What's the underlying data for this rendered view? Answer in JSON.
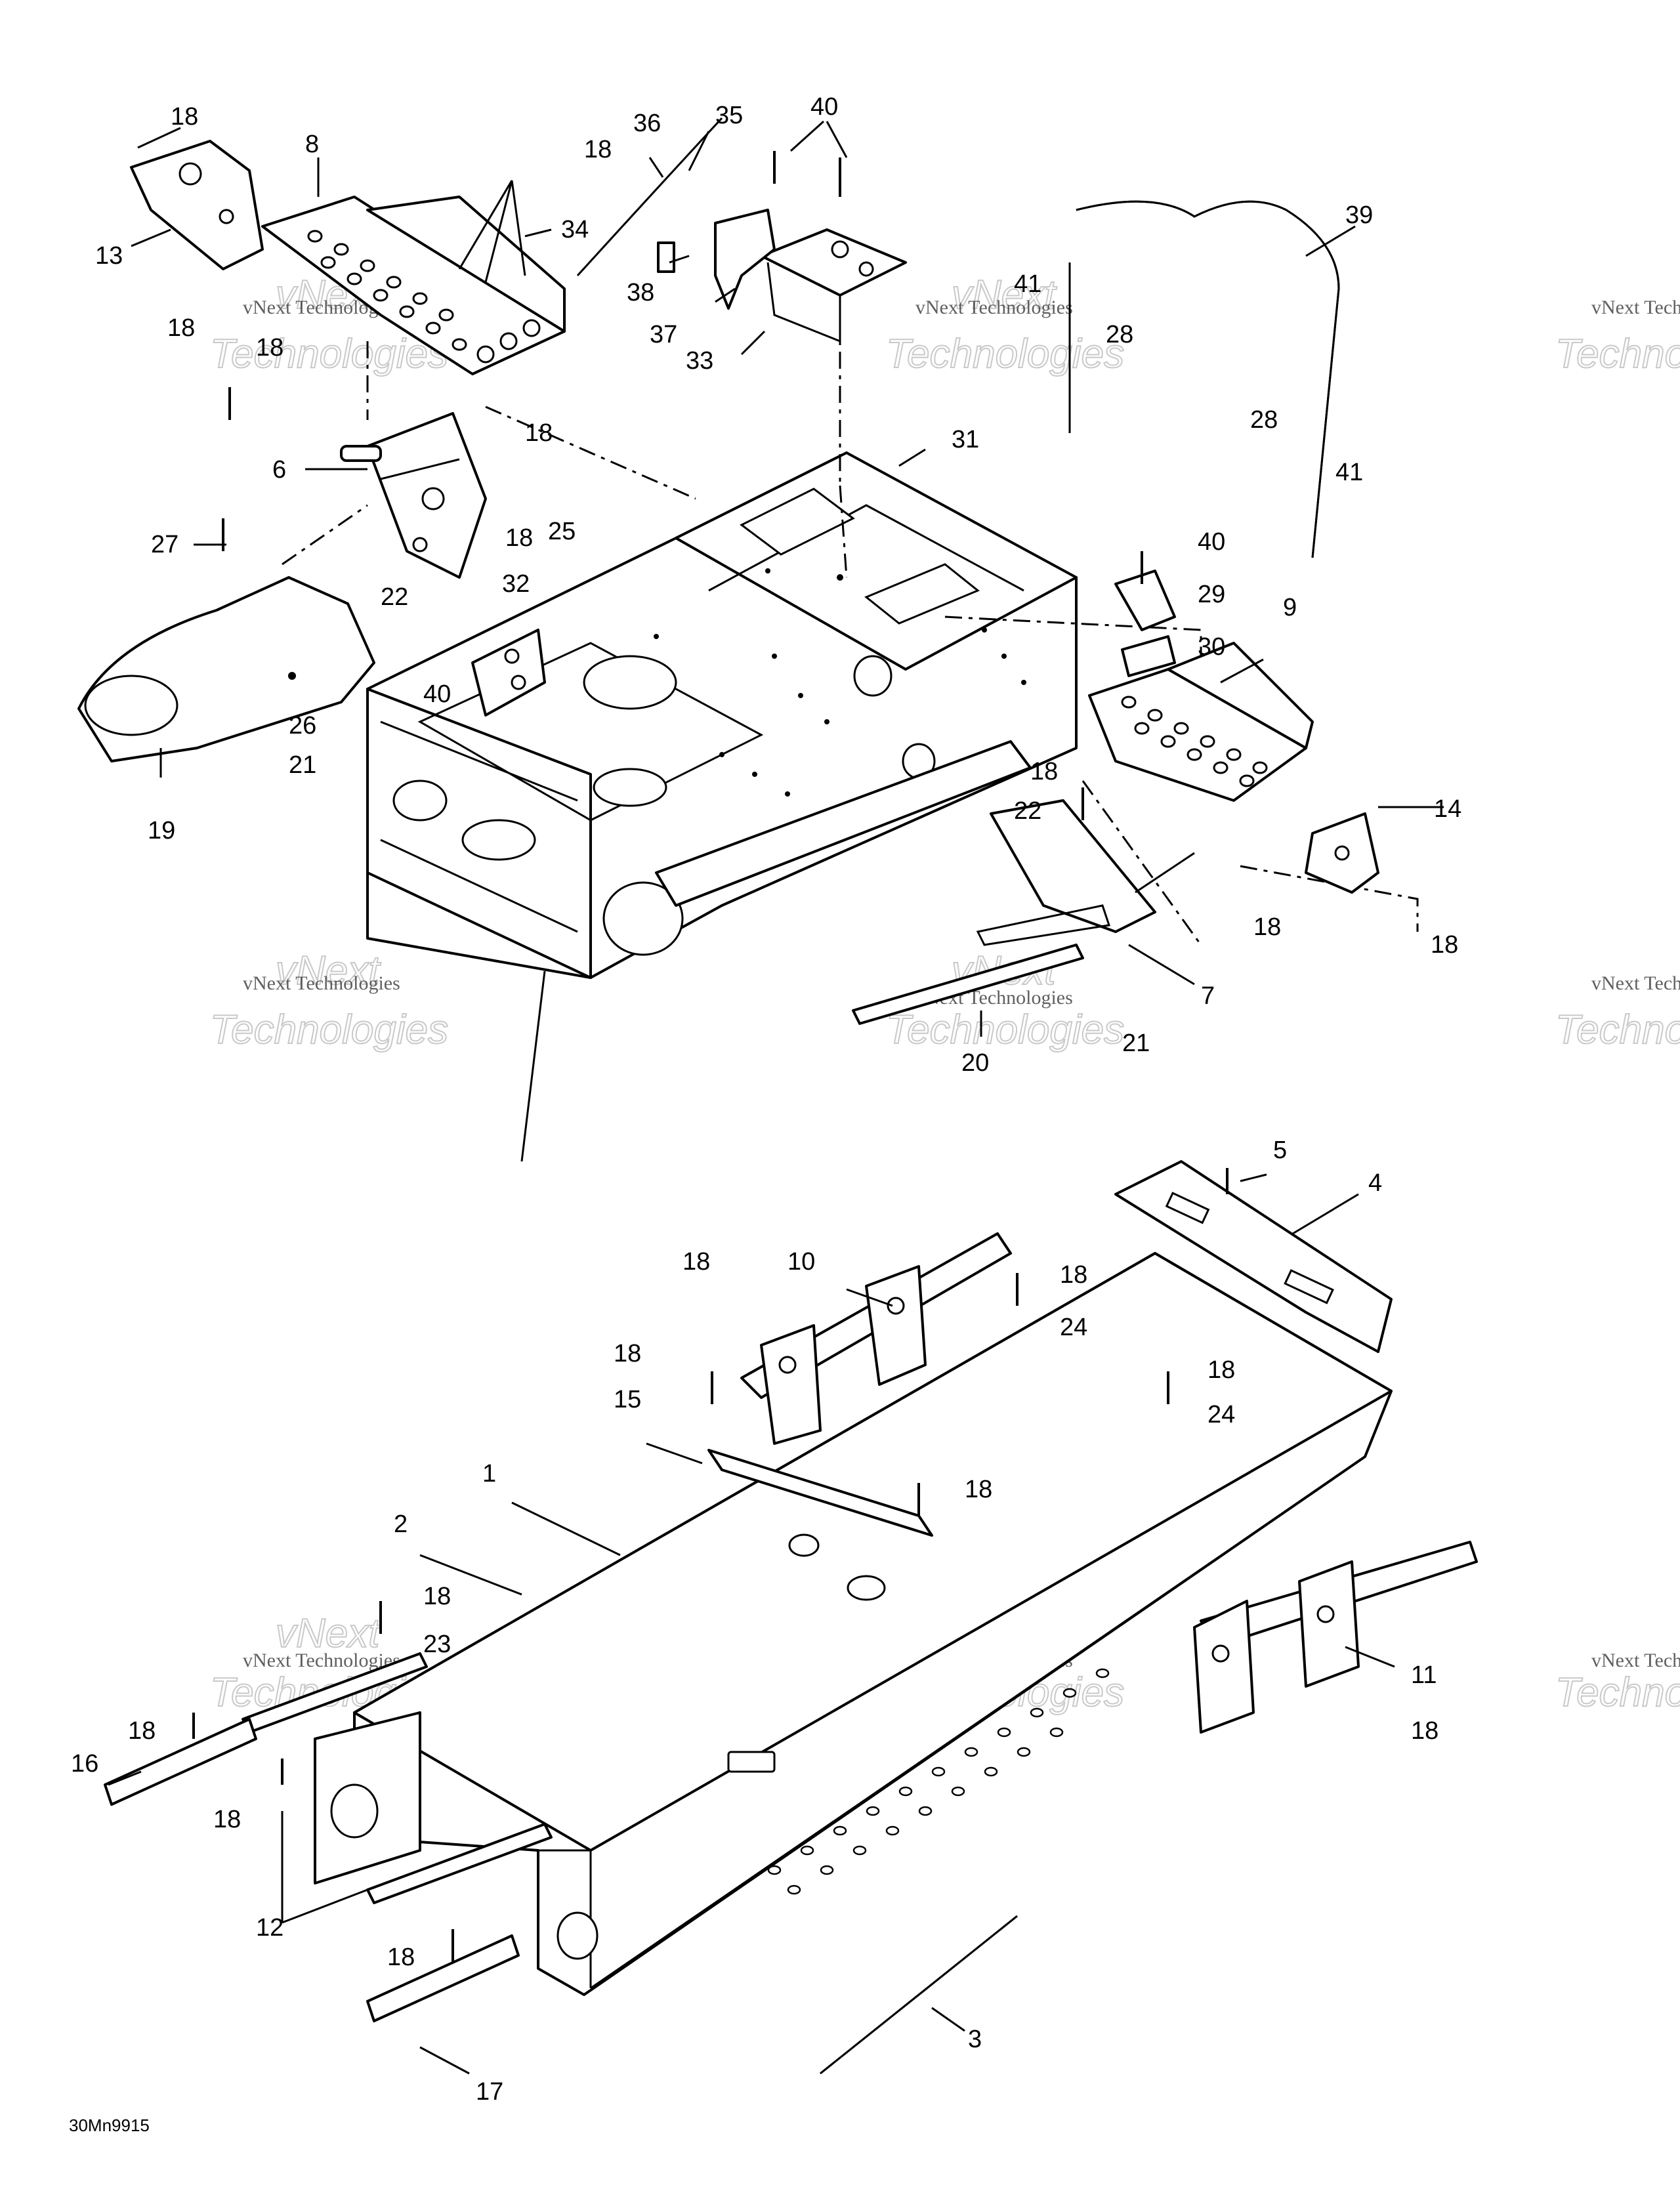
{
  "drawing_code": "30Mn9915",
  "watermark": {
    "line1": "vNext Technologies",
    "line2": "Technologies",
    "line3": "vNext"
  },
  "callouts": [
    "1",
    "2",
    "3",
    "4",
    "5",
    "6",
    "7",
    "8",
    "9",
    "10",
    "11",
    "12",
    "13",
    "14",
    "15",
    "16",
    "17",
    "18",
    "19",
    "20",
    "21",
    "22",
    "23",
    "24",
    "25",
    "26",
    "27",
    "28",
    "29",
    "30",
    "31",
    "32",
    "33",
    "34",
    "35",
    "36",
    "37",
    "38",
    "39",
    "40",
    "41"
  ]
}
